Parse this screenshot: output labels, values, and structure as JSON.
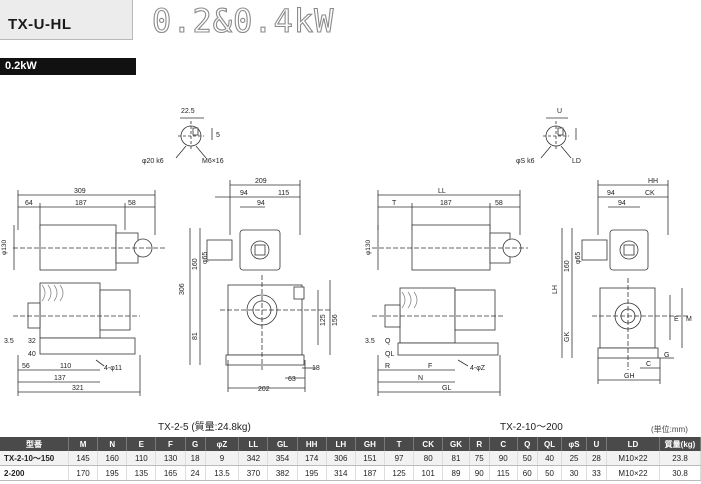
{
  "header": {
    "model": "TX-U-HL",
    "power": "0.2&0.4kW"
  },
  "section_bar": "0.2kW",
  "drawings": {
    "shaft_a": {
      "dims": [
        "22.5",
        "5",
        "φ20 k6",
        "M6×16"
      ]
    },
    "shaft_b": {
      "dims": [
        "U",
        "φS k6",
        "LD"
      ]
    },
    "left_front": {
      "top": [
        "309",
        "64",
        "187",
        "58"
      ],
      "vert": [
        "φ130",
        "3.5",
        "32",
        "40"
      ],
      "bottom": [
        "56",
        "110",
        "137",
        "321"
      ],
      "hole": "4-φ11"
    },
    "left_side": {
      "top": [
        "209",
        "94",
        "115",
        "94"
      ],
      "vert": [
        "φ65",
        "306",
        "160",
        "81",
        "125",
        "156"
      ],
      "bottom": [
        "18",
        "63",
        "202"
      ]
    },
    "right_front": {
      "top": [
        "LL",
        "T",
        "187",
        "58"
      ],
      "vert": [
        "φ130",
        "3.5",
        "Q",
        "QL"
      ],
      "bottom": [
        "R",
        "F",
        "N",
        "GL"
      ],
      "hole": "4-φZ"
    },
    "right_side": {
      "top": [
        "HH",
        "94",
        "CK",
        "94"
      ],
      "vert": [
        "φ65",
        "LH",
        "160",
        "GK",
        "E",
        "M"
      ],
      "bottom": [
        "G",
        "C",
        "GH"
      ]
    }
  },
  "captions": {
    "left": "TX-2-5 (質量:24.8kg)",
    "right": "TX-2-10〜200"
  },
  "unit_note": "(単位:mm)",
  "table": {
    "headers": [
      "型番",
      "M",
      "N",
      "E",
      "F",
      "G",
      "φZ",
      "LL",
      "GL",
      "HH",
      "LH",
      "GH",
      "T",
      "CK",
      "GK",
      "R",
      "C",
      "Q",
      "QL",
      "φS",
      "U",
      "LD",
      "質量(kg)"
    ],
    "rows": [
      [
        "TX-2-10〜150",
        "145",
        "160",
        "110",
        "130",
        "18",
        "9",
        "342",
        "354",
        "174",
        "306",
        "151",
        "97",
        "80",
        "81",
        "75",
        "90",
        "50",
        "40",
        "25",
        "28",
        "M10×22",
        "23.8"
      ],
      [
        "2-200",
        "170",
        "195",
        "135",
        "165",
        "24",
        "13.5",
        "370",
        "382",
        "195",
        "314",
        "187",
        "125",
        "101",
        "89",
        "90",
        "115",
        "60",
        "50",
        "30",
        "33",
        "M10×22",
        "30.8"
      ]
    ]
  }
}
